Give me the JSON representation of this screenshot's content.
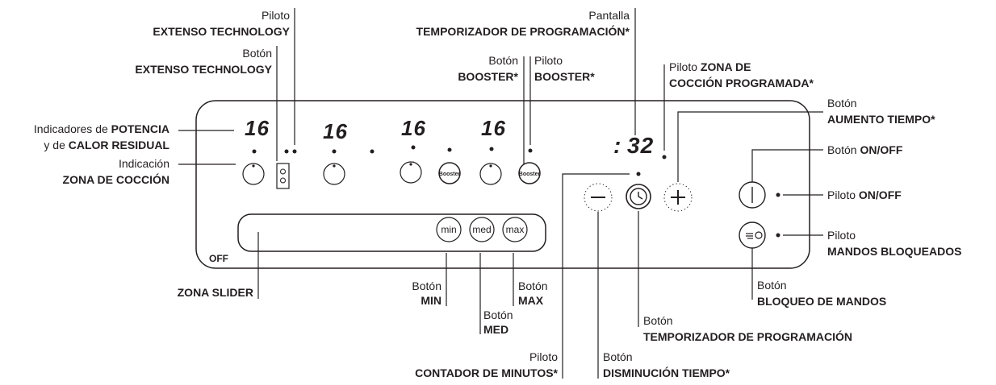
{
  "panel": {
    "display_value": "16",
    "timer_value": "32",
    "timer_colon": ":",
    "booster_text": "Booster",
    "slider_buttons": [
      "min",
      "med",
      "max"
    ],
    "off_label": "OFF",
    "minus_symbol": "−",
    "plus_symbol": "+"
  },
  "labels": {
    "piloto_extenso": {
      "l1": "Piloto",
      "l2": "EXTENSO TECHNOLOGY"
    },
    "boton_extenso": {
      "l1": "Botón",
      "l2": "EXTENSO TECHNOLOGY"
    },
    "indicadores": {
      "a1": "Indicadores de ",
      "b1": "POTENCIA",
      "a2": "y de ",
      "b2": "CALOR RESIDUAL"
    },
    "indicacion": {
      "l1": "Indicación",
      "l2": "ZONA DE COCCIÓN"
    },
    "boton_booster": {
      "l1": "Botón",
      "l2": "BOOSTER*"
    },
    "piloto_booster": {
      "l1": "Piloto",
      "l2": "BOOSTER*"
    },
    "pantalla": {
      "l1": "Pantalla",
      "l2": "TEMPORIZADOR DE PROGRAMACIÓN*"
    },
    "piloto_zona": {
      "a1": "Piloto ",
      "b1": "ZONA DE",
      "l2": "COCCIÓN PROGRAMADA*"
    },
    "boton_aumento": {
      "l1": "Botón",
      "l2": "AUMENTO TIEMPO*"
    },
    "boton_onoff": {
      "a1": "Botón ",
      "b1": "ON/OFF"
    },
    "piloto_onoff": {
      "a1": "Piloto ",
      "b1": "ON/OFF"
    },
    "piloto_mandos": {
      "l1": "Piloto",
      "l2": "MANDOS BLOQUEADOS"
    },
    "boton_bloqueo": {
      "l1": "Botón",
      "l2": "BLOQUEO DE MANDOS"
    },
    "boton_temporizador": {
      "l1": "Botón",
      "l2": "TEMPORIZADOR DE PROGRAMACIÓN"
    },
    "boton_disminucion": {
      "l1": "Botón",
      "l2": "DISMINUCIÓN TIEMPO*"
    },
    "piloto_contador": {
      "l1": "Piloto",
      "l2": "CONTADOR DE MINUTOS*"
    },
    "zona_slider": {
      "l1": "ZONA SLIDER"
    },
    "boton_min": {
      "l1": "Botón",
      "l2": "MIN"
    },
    "boton_med": {
      "l1": "Botón",
      "l2": "MED"
    },
    "boton_max": {
      "l1": "Botón",
      "l2": "MAX"
    }
  }
}
